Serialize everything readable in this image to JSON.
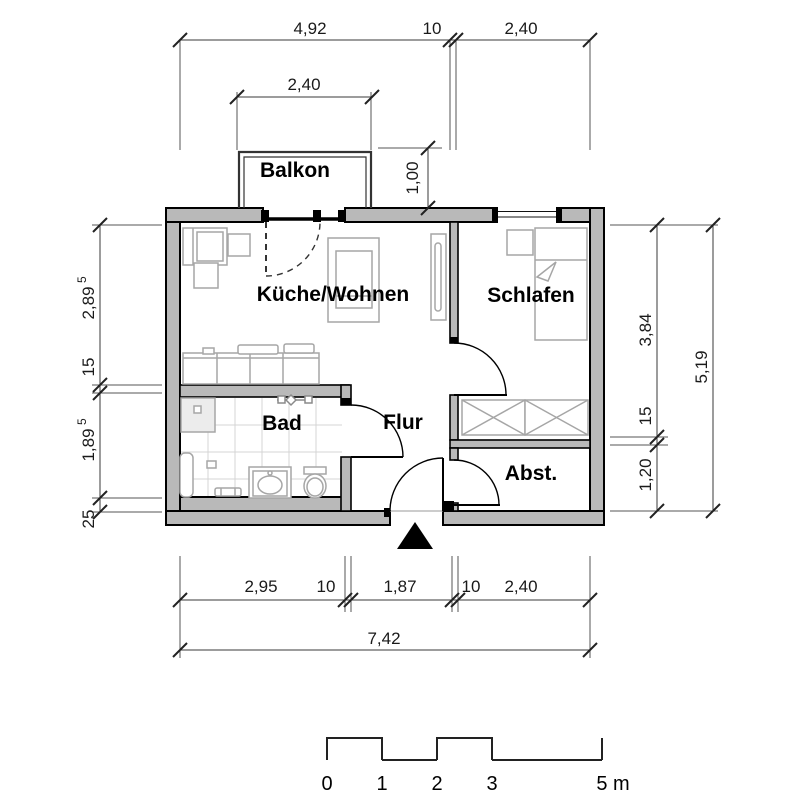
{
  "rooms": {
    "balkon": "Balkon",
    "kueche": "Küche/Wohnen",
    "schlafen": "Schlafen",
    "bad": "Bad",
    "flur": "Flur",
    "abst": "Abst."
  },
  "dims": {
    "top_left": "4,92",
    "top_wall": "10",
    "top_right": "2,40",
    "balcony_width": "2,40",
    "balcony_depth": "1,00",
    "left_upper": {
      "value": "2,89",
      "sup": "5"
    },
    "left_wall": "15",
    "left_lower": {
      "value": "1,89",
      "sup": "5"
    },
    "left_bottom": "25",
    "right_upper": "3,84",
    "right_wall": "15",
    "right_lower": "1,20",
    "right_total": "5,19",
    "bottom_1": "2,95",
    "bottom_2": "10",
    "bottom_3": "1,87",
    "bottom_4": "10",
    "bottom_5": "2,40",
    "bottom_total": "7,42"
  },
  "scale_bar": {
    "t0": "0",
    "t1": "1",
    "t2": "2",
    "t3": "3",
    "t5": "5 m"
  },
  "colors": {
    "wall": "#b9b9b9",
    "outline": "#000000",
    "furniture": "#a6a6a6",
    "tile": "#d4d4d4"
  }
}
